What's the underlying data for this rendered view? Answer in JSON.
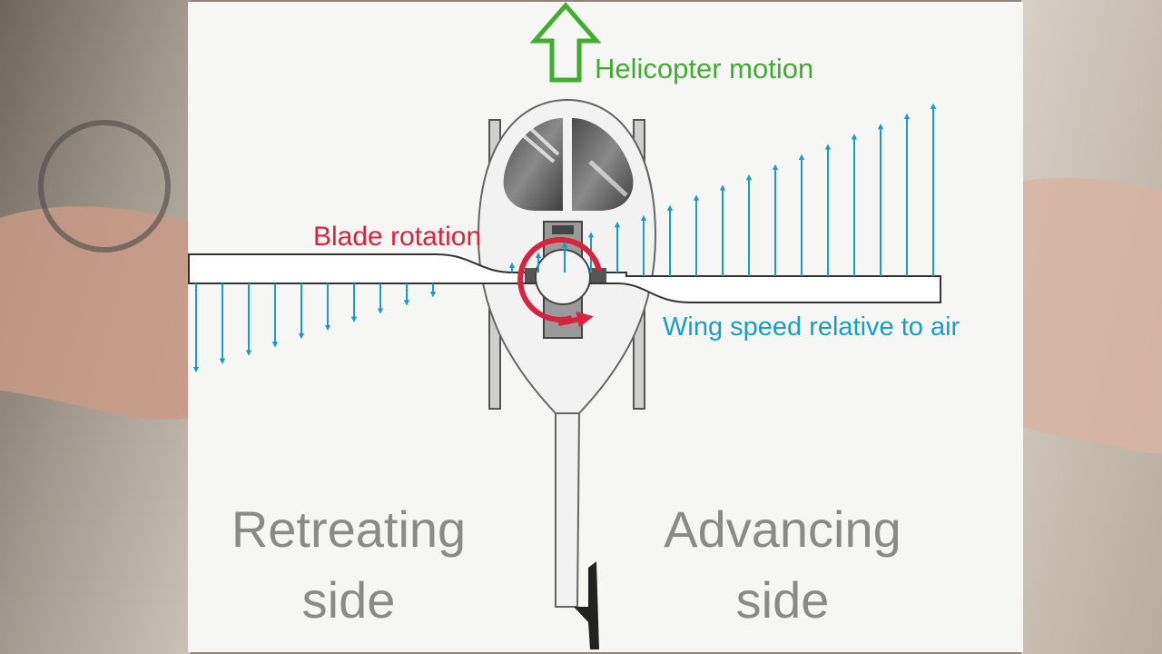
{
  "labels": {
    "motion": "Helicopter motion",
    "rotation": "Blade rotation",
    "wing_speed": "Wing speed relative to air",
    "retreating_line1": "Retreating",
    "retreating_line2": "side",
    "advancing_line1": "Advancing",
    "advancing_line2": "side"
  },
  "colors": {
    "motion_arrow": "#3fae2f",
    "rotation": "#d8233f",
    "speed_vectors": "#1a9cc8",
    "side_text": "#8a8a8a"
  },
  "icons": {
    "motion_arrow": "hollow-up-arrow-icon",
    "rotation": "circular-arrow-icon"
  }
}
